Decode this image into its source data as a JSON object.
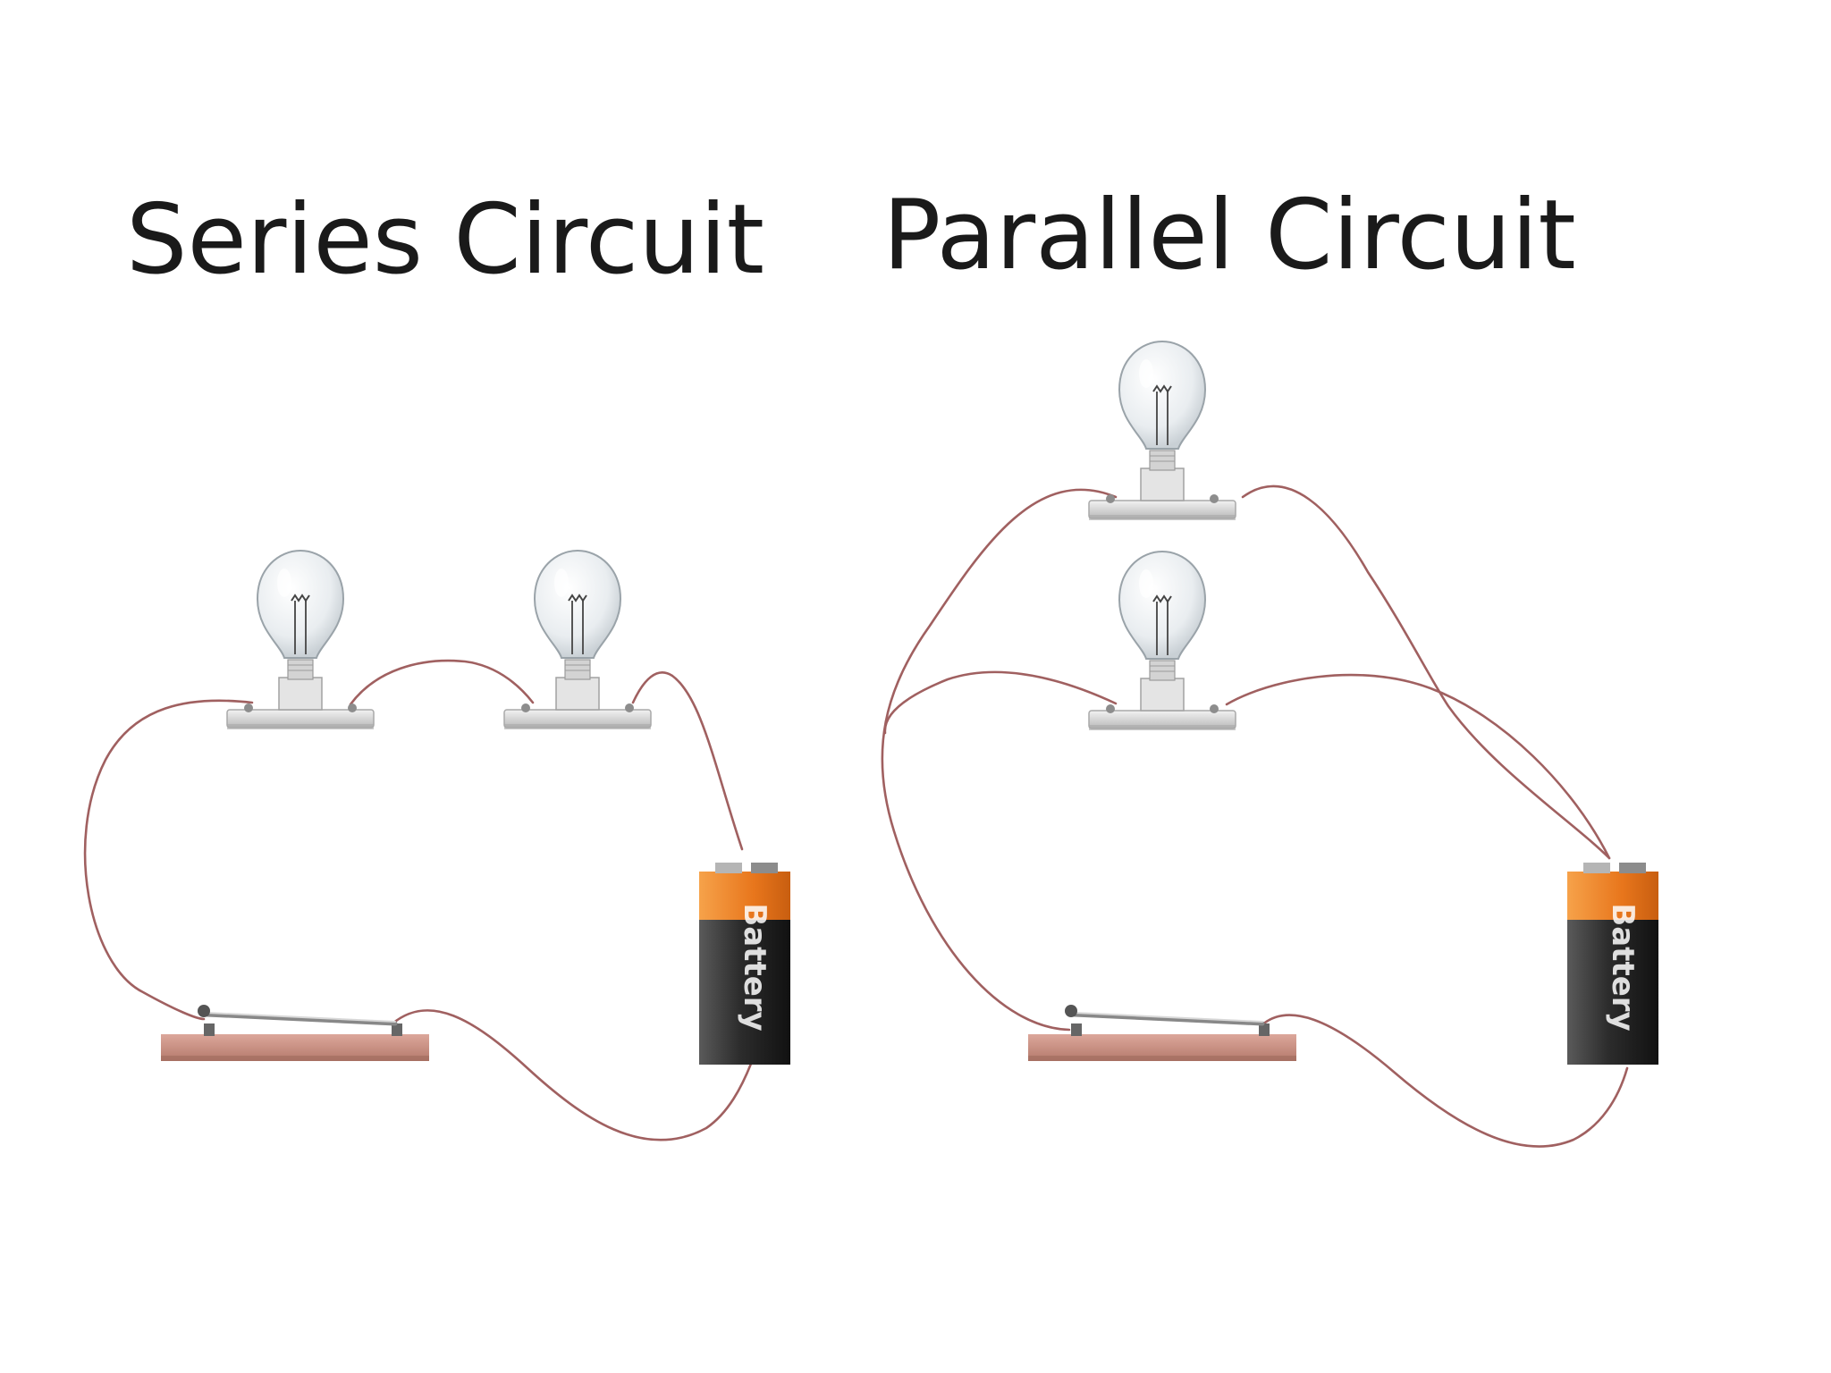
{
  "series": {
    "title": "Series Circuit",
    "battery_label": "Battery"
  },
  "parallel": {
    "title": "Parallel Circuit",
    "battery_label": "Battery"
  },
  "colors": {
    "background": "#ffffff",
    "wire": "#a06060",
    "battery_top": "#f08a2a",
    "battery_body": "#2b2b2b",
    "switch_base": "#c98e82",
    "bulb_base": "#d6d6d6",
    "bulb_glass": "#eef1f3"
  },
  "icons": {
    "bulb": "light-bulb-icon",
    "battery": "battery-icon",
    "switch": "knife-switch-icon"
  }
}
